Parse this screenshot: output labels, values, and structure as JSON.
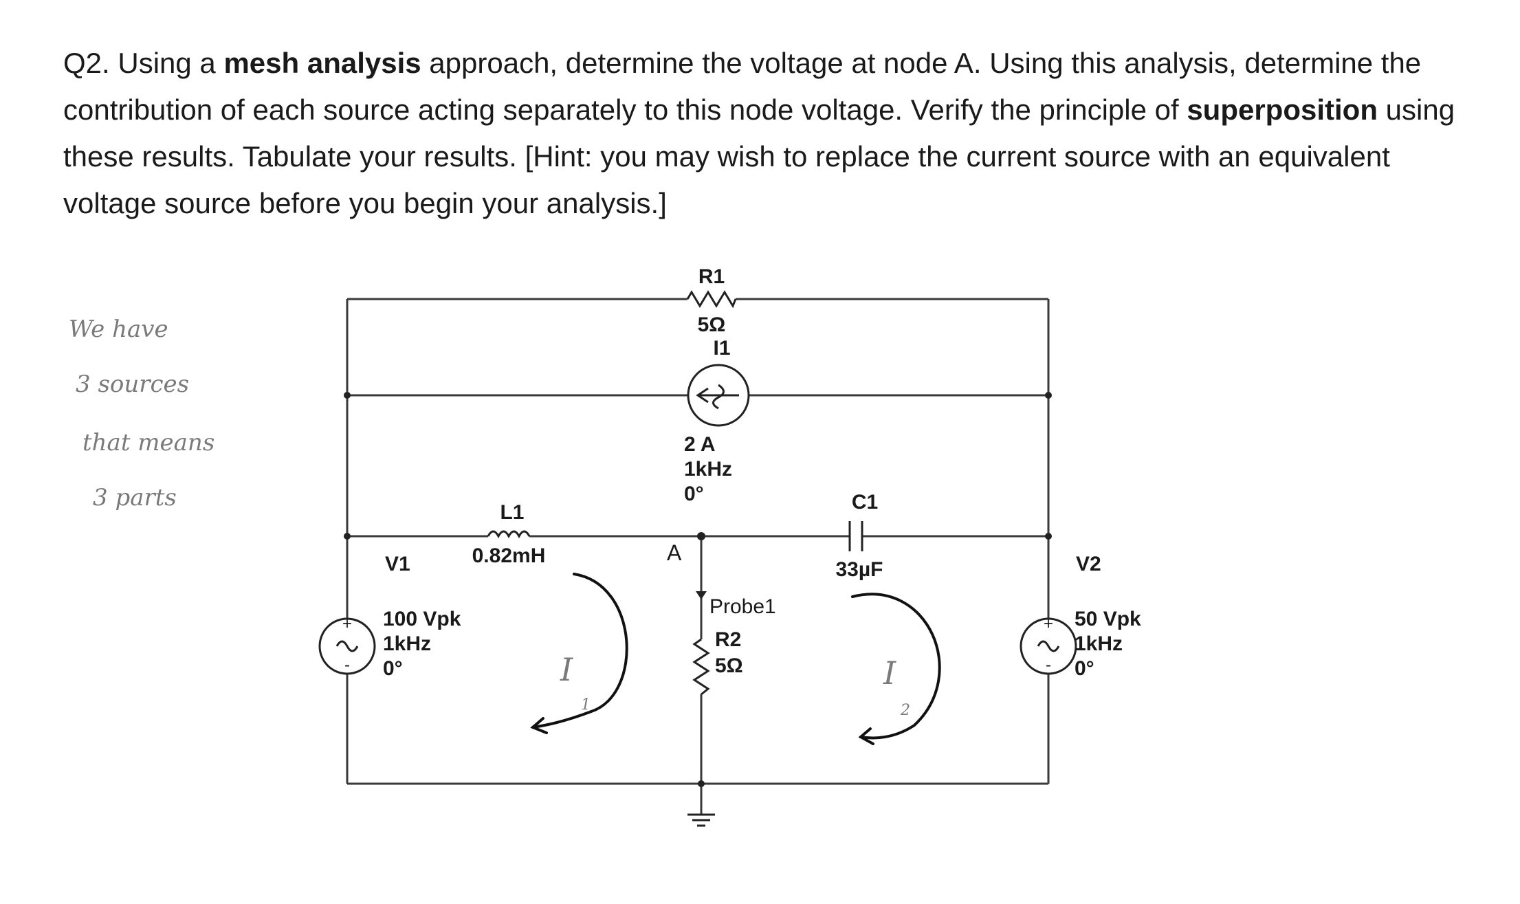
{
  "question": {
    "number": "Q2.",
    "part1": "Using a",
    "bold1": "mesh analysis",
    "part2": "approach, determine the voltage at node A. Using this analysis, determine the contribution of each source acting separately to this node voltage. Verify the principle of",
    "bold2": "superposition",
    "part3": "using these results. Tabulate your results. [Hint: you may wish to replace the current source with an equivalent voltage source before you begin your analysis.]"
  },
  "handwritten_notes": [
    "We have",
    "3 sources",
    "that means",
    "3 parts"
  ],
  "components": {
    "R1": {
      "name": "R1",
      "value": "5Ω"
    },
    "I1": {
      "name": "I1",
      "amplitude": "2 A",
      "frequency": "1kHz",
      "phase": "0°"
    },
    "L1": {
      "name": "L1",
      "value": "0.82mH"
    },
    "C1": {
      "name": "C1",
      "value": "33µF"
    },
    "R2": {
      "name": "R2",
      "value": "5Ω"
    },
    "probe": "Probe1",
    "node_label": "A",
    "V1": {
      "name": "V1",
      "amplitude": "100 Vpk",
      "frequency": "1kHz",
      "phase": "0°"
    },
    "V2": {
      "name": "V2",
      "amplitude": "50 Vpk",
      "frequency": "1kHz",
      "phase": "0°"
    }
  },
  "mesh_labels": {
    "I1_letter": "I",
    "I1_sub": "1",
    "I2_letter": "I",
    "I2_sub": "2"
  }
}
